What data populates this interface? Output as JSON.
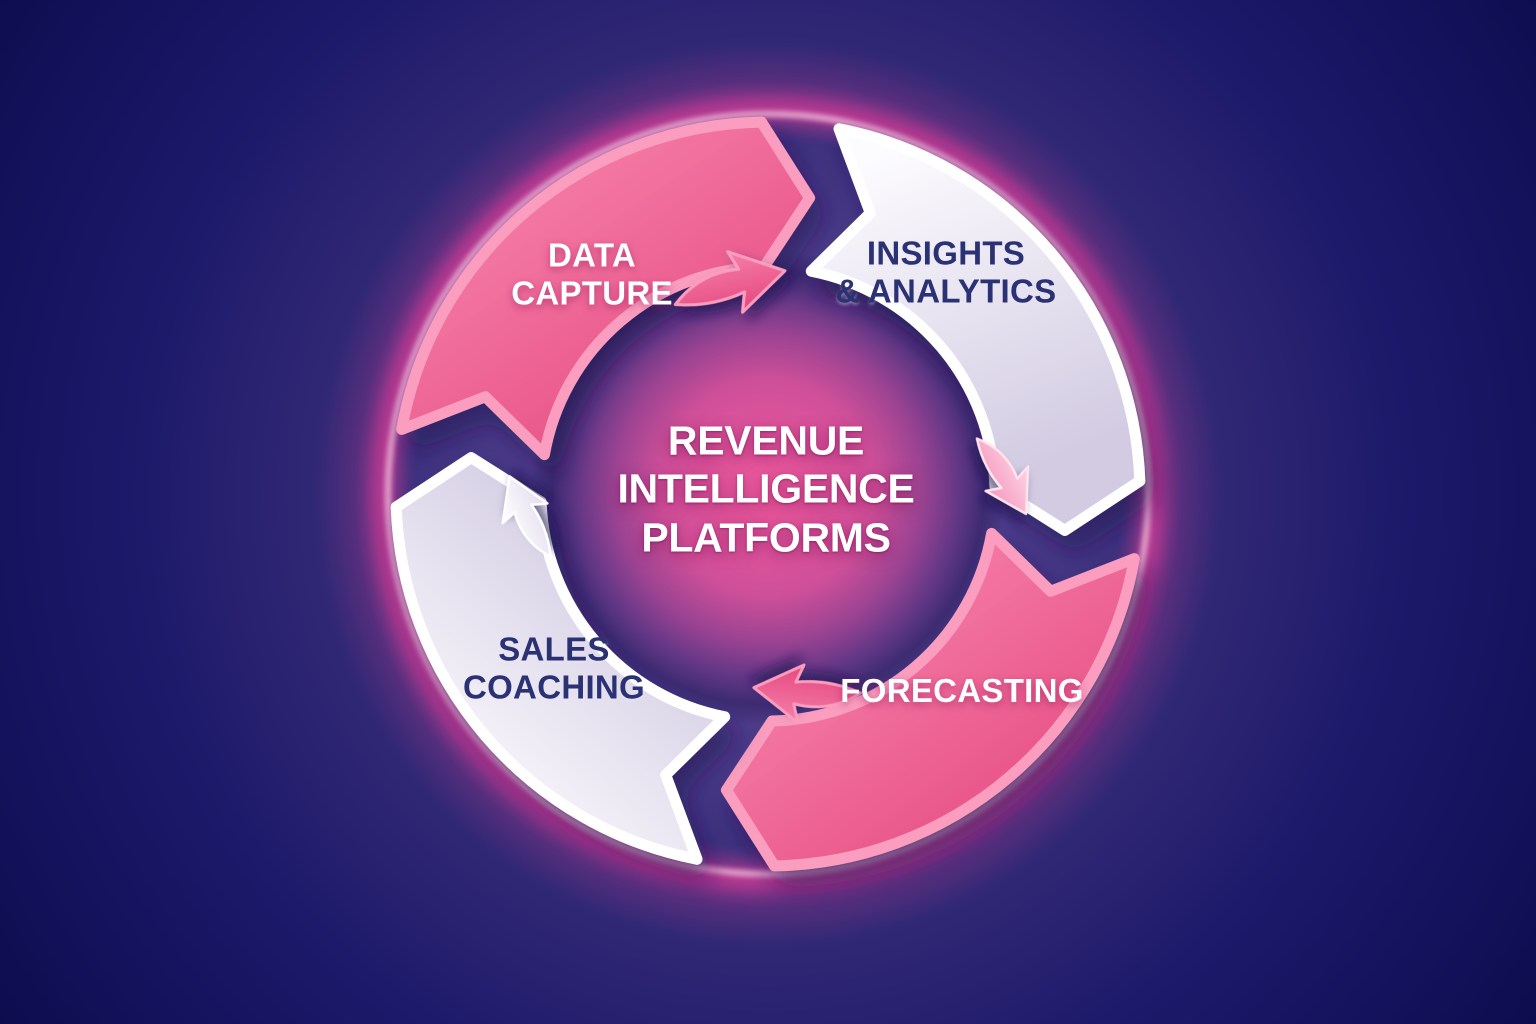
{
  "figure": {
    "type": "cycle-diagram",
    "flow_direction": "clockwise",
    "center_label": "REVENUE\nINTELLIGENCE\nPLATFORMS",
    "stages": [
      {
        "name": "data-capture",
        "label": "DATA\nCAPTURE",
        "theme": "pink"
      },
      {
        "name": "insights-analytics",
        "label": "INSIGHTS\n& ANALYTICS",
        "theme": "light"
      },
      {
        "name": "forecasting",
        "label": "FORECASTING",
        "theme": "pink"
      },
      {
        "name": "sales-coaching",
        "label": "SALES\nCOACHING",
        "theme": "light"
      }
    ],
    "arrow_icons": [
      {
        "name": "flow-arrow-top",
        "theme": "pink"
      },
      {
        "name": "flow-arrow-right",
        "theme": "blush"
      },
      {
        "name": "flow-arrow-bottom",
        "theme": "pink"
      },
      {
        "name": "flow-arrow-left",
        "theme": "white"
      }
    ],
    "themes": {
      "pink": {
        "fill": [
          "#f67fa8",
          "#e4477f"
        ],
        "bevel": "#fa9dbf"
      },
      "light": {
        "fill": [
          "#fcfbfe",
          "#d2cbe2"
        ],
        "bevel": "#ffffff"
      },
      "blush": {
        "fill": [
          "#fdd4e3",
          "#f597be"
        ],
        "bevel": "#ffe4ef"
      },
      "white": {
        "fill": [
          "#ffffff",
          "#e3dcee"
        ],
        "bevel": "#ffffff"
      }
    },
    "colors": {
      "background_corner": "#0d0c4e",
      "background_center": "#7a58ab",
      "navy_text": "#2b3274",
      "white_text": "#ffffff",
      "neon_glow": "#ff3f9f",
      "neon_rim": "#ffd0e6",
      "center_glow": "#ef5a9e",
      "shadow": "#1c1050"
    }
  }
}
